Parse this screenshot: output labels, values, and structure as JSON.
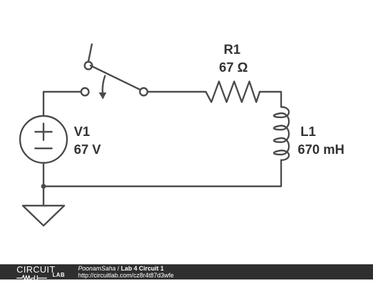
{
  "components": {
    "r1": {
      "name": "R1",
      "value": "67 Ω"
    },
    "l1": {
      "name": "L1",
      "value": "670 mH"
    },
    "v1": {
      "name": "V1",
      "value": "67 V"
    }
  },
  "footer": {
    "logo_top": "CIRCUIT",
    "logo_bottom": "LAB",
    "author": "PoonamSaha",
    "separator": " / ",
    "title": "Lab 4 Circuit 1",
    "url": "http://circuitlab.com/cz8r4t87d3wfe"
  },
  "colors": {
    "wire": "#4a4a4a",
    "label": "#333333",
    "footer_bg": "#2f2f2f"
  }
}
